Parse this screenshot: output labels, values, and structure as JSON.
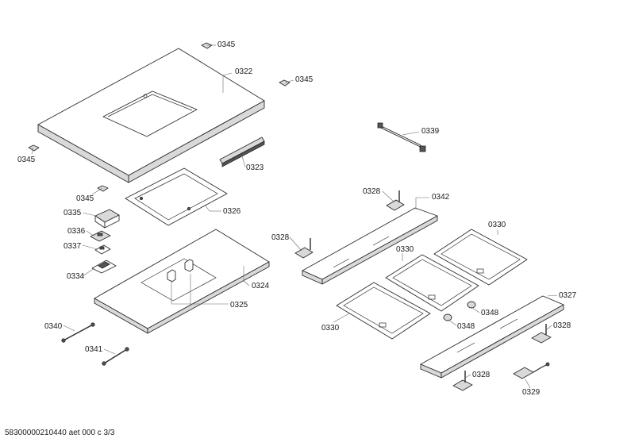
{
  "drawing_id": "58300000210440 aet 000 c 3/3",
  "callouts": [
    {
      "id": "c-0345-a",
      "text": "0345"
    },
    {
      "id": "c-0322",
      "text": "0322"
    },
    {
      "id": "c-0345-b",
      "text": "0345"
    },
    {
      "id": "c-0339",
      "text": "0339"
    },
    {
      "id": "c-0345-c",
      "text": "0345"
    },
    {
      "id": "c-0323",
      "text": "0323"
    },
    {
      "id": "c-0345-d",
      "text": "0345"
    },
    {
      "id": "c-0328-a",
      "text": "0328"
    },
    {
      "id": "c-0342",
      "text": "0342"
    },
    {
      "id": "c-0326",
      "text": "0326"
    },
    {
      "id": "c-0335",
      "text": "0335"
    },
    {
      "id": "c-0330-a",
      "text": "0330"
    },
    {
      "id": "c-0336",
      "text": "0336"
    },
    {
      "id": "c-0328-b",
      "text": "0328"
    },
    {
      "id": "c-0337",
      "text": "0337"
    },
    {
      "id": "c-0330-b",
      "text": "0330"
    },
    {
      "id": "c-0334",
      "text": "0334"
    },
    {
      "id": "c-0324",
      "text": "0324"
    },
    {
      "id": "c-0327",
      "text": "0327"
    },
    {
      "id": "c-0325",
      "text": "0325"
    },
    {
      "id": "c-0348-a",
      "text": "0348"
    },
    {
      "id": "c-0340",
      "text": "0340"
    },
    {
      "id": "c-0330-c",
      "text": "0330"
    },
    {
      "id": "c-0348-b",
      "text": "0348"
    },
    {
      "id": "c-0328-c",
      "text": "0328"
    },
    {
      "id": "c-0341",
      "text": "0341"
    },
    {
      "id": "c-0328-d",
      "text": "0328"
    },
    {
      "id": "c-0329",
      "text": "0329"
    }
  ]
}
